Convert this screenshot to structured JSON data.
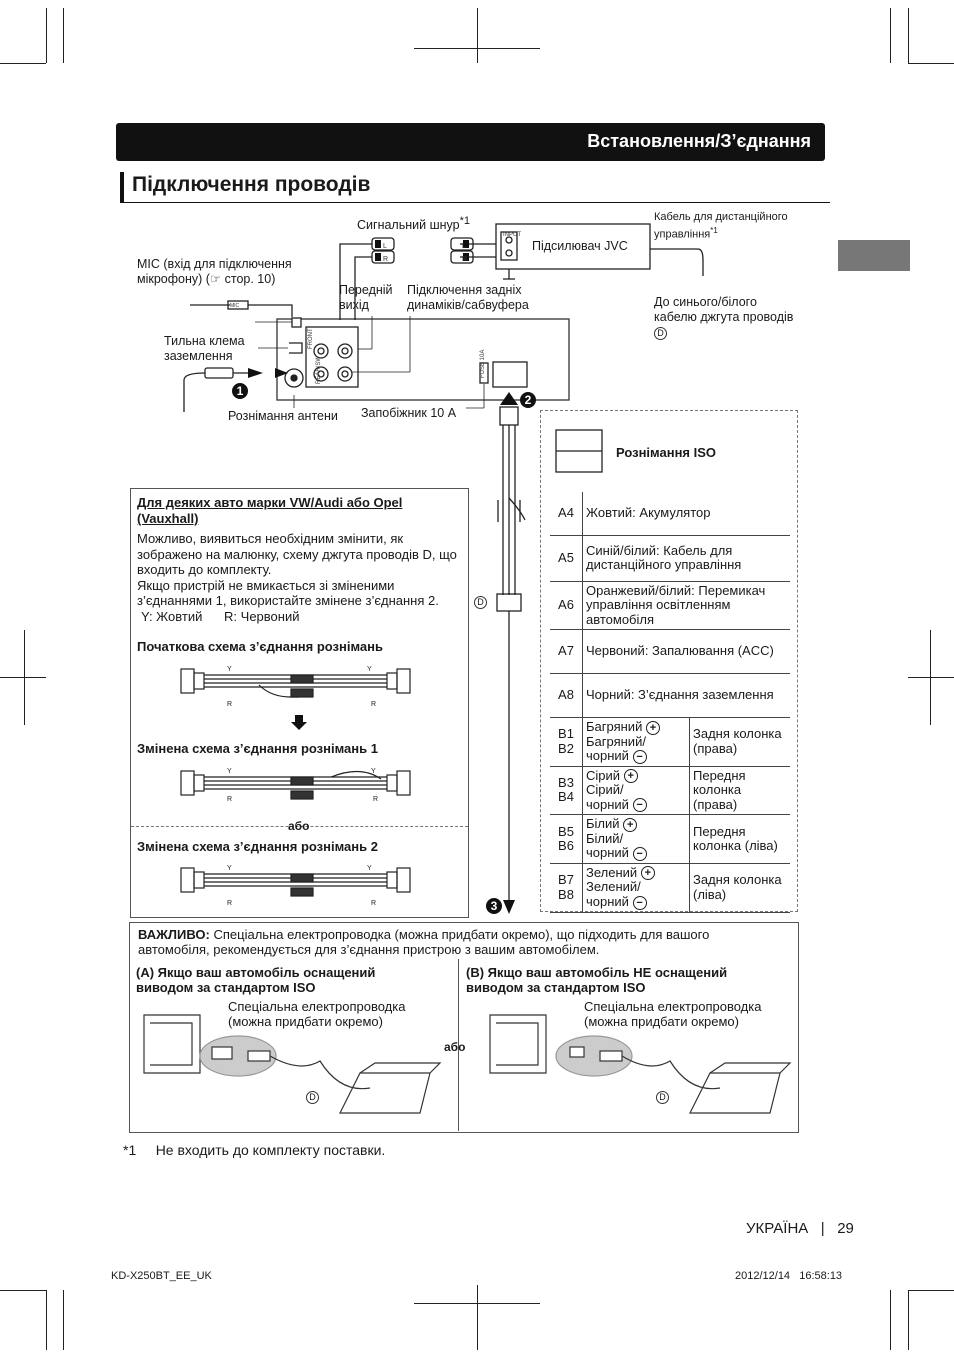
{
  "header": {
    "section": "Встановлення/З’єднання",
    "page_title": "Підключення проводів"
  },
  "diagram": {
    "signal_cord": "Сигнальний шнур",
    "sup1": "*1",
    "jvc_amp": "Підсилювач JVC",
    "remote_cable": "Кабель для дистанційного управління",
    "remote_dest": "До синього/білого кабелю джгута проводів",
    "mic": "MIC (вхід для підключення мікрофону) (☞ стор. 10)",
    "front_out": "Передній вихід",
    "rear_out": "Підключення задніх динаміків/сабвуфера",
    "ground": "Тильна клема заземлення",
    "antenna": "Рознімання антени",
    "fuse": "Запобіжник 10 А",
    "iso": "Рознімання ISO",
    "d_letter": "D",
    "num1": "1",
    "num2": "2",
    "num3": "3",
    "jack_l": "L",
    "jack_r": "R",
    "amp_input": "INPUT",
    "mic_tag": "MIC",
    "front_label": "FRONT",
    "rear_label": "REAR/SW",
    "fuse_label": "FUSE 10A"
  },
  "vw": {
    "title": "Для деяких авто марки VW/Audi або Opel (Vauxhall)",
    "p1": "Можливо, виявиться необхідним змінити, як зображено на малюнку, схему джгута проводів D, що входить до комплекту.",
    "p2": "Якщо пристрій не вмикається зі зміненими з’єднаннями 1, використайте змінене з’єднання 2.",
    "legend_y": "Y: Жовтий",
    "legend_r": "R: Червоний",
    "initial": "Початкова схема з’єднання рознімань",
    "mod1": "Змінена схема з’єднання рознімань 1",
    "or": "або",
    "mod2": "Змінена схема з’єднання рознімань 2",
    "wire_y": "Y",
    "wire_r": "R"
  },
  "iso_table": {
    "rows": [
      {
        "pin": "A4",
        "desc": "Жовтий: Акумулятор"
      },
      {
        "pin": "A5",
        "desc": "Синій/білий: Кабель для дистанційного управління"
      },
      {
        "pin": "A6",
        "desc": "Оранжевий/білий: Перемикач управління освітленням автомобіля"
      },
      {
        "pin": "A7",
        "desc": "Червоний: Запалювання (ACC)"
      },
      {
        "pin": "A8",
        "desc": "Чорний: З’єднання заземлення"
      }
    ],
    "speaker_rows": [
      {
        "pins": "B1\nB2",
        "c1": "Багряний",
        "c2": "Багряний/",
        "c3": "чорний",
        "sp": "Задня колонка (права)"
      },
      {
        "pins": "B3\nB4",
        "c1": "Сірий",
        "c2": "Сірий/",
        "c3": "чорний",
        "sp": "Передня колонка (права)"
      },
      {
        "pins": "B5\nB6",
        "c1": "Білий",
        "c2": "Білий/",
        "c3": "чорний",
        "sp": "Передня колонка (ліва)"
      },
      {
        "pins": "B7\nB8",
        "c1": "Зелений",
        "c2": "Зелений/",
        "c3": "чорний",
        "sp": "Задня колонка (ліва)"
      }
    ],
    "plus": "+",
    "minus": "−"
  },
  "important": {
    "label": "ВАЖЛИВО:",
    "text": "Спеціальна електропроводка (можна придбати окремо), що підходить для вашого автомобіля, рекомендується для з’єднання пристрою з вашим автомобілем.",
    "a_tag": "(A)",
    "a_title": "Якщо ваш автомобіль оснащений виводом за стандартом ISO",
    "b_tag": "(B)",
    "b_title": "Якщо ваш автомобіль НЕ оснащений виводом за стандартом ISO",
    "special": "Спеціальна електропроводка (можна придбати окремо)",
    "or": "або",
    "d": "D"
  },
  "footnote": {
    "mark": "*1",
    "text": "Не входить до комплекту поставки."
  },
  "footer": {
    "country": "УКРАЇНА",
    "sep": "|",
    "page": "29",
    "model": "KD-X250BT_EE_UK",
    "date": "2012/12/14",
    "time": "16:58:13"
  }
}
